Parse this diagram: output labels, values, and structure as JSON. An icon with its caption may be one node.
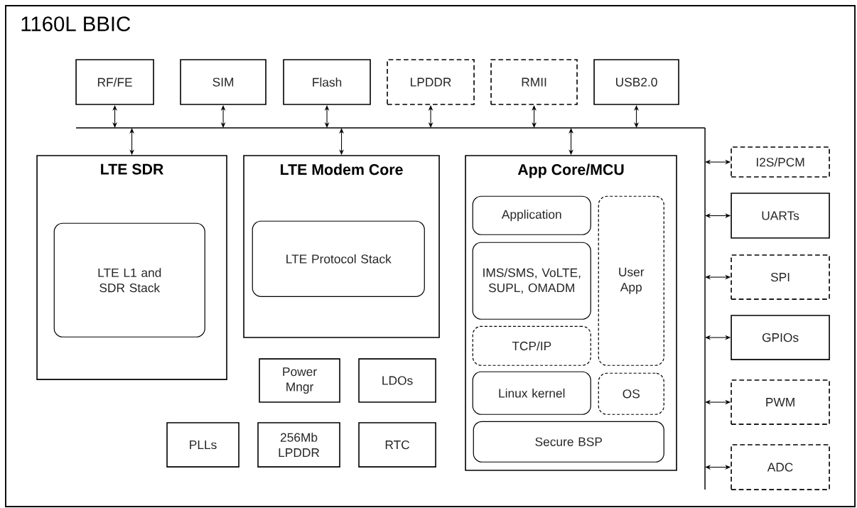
{
  "diagram": {
    "nodes": [
      {
        "text": [
          "1160L BBIC"
        ]
      },
      {
        "text": [
          "RF/FE"
        ],
        "in": 0
      },
      {
        "text": [
          "SIM"
        ],
        "in": 0
      },
      {
        "text": [
          "Flash"
        ],
        "in": 0
      },
      {
        "text": [
          "LPDDR"
        ],
        "in": 0
      },
      {
        "text": [
          "RMII"
        ],
        "in": 0
      },
      {
        "text": [
          "USB2.0"
        ],
        "in": 0
      },
      {
        "text": [],
        "shape": "bar",
        "in": 0
      },
      {
        "text": [],
        "shape": "bar",
        "in": 0
      },
      {
        "text": [
          "LTE SDR"
        ],
        "in": 0
      },
      {
        "text": [
          "LTE L1 and SDR Stack"
        ],
        "in": 9
      },
      {
        "text": [
          "LTE Modem Core"
        ],
        "in": 0
      },
      {
        "text": [
          "LTE Protocol Stack"
        ],
        "in": 11
      },
      {
        "text": [
          "App Core/MCU"
        ],
        "in": 0
      },
      {
        "text": [
          "Application"
        ],
        "in": 13
      },
      {
        "text": [
          "IMS/SMS, VoLTE, SUPL, OMADM"
        ],
        "in": 13
      },
      {
        "text": [
          "User App"
        ],
        "in": 13
      },
      {
        "text": [
          "TCP/IP"
        ],
        "in": 13
      },
      {
        "text": [
          "Linux kernel"
        ],
        "in": 13
      },
      {
        "text": [
          "OS"
        ],
        "in": 13
      },
      {
        "text": [
          "Secure BSP"
        ],
        "in": 13
      },
      {
        "text": [
          "Power Mngr"
        ],
        "in": 0
      },
      {
        "text": [
          "LDOs"
        ],
        "in": 0
      },
      {
        "text": [
          "PLLs"
        ],
        "in": 0
      },
      {
        "text": [
          "256Mb LPDDR"
        ],
        "in": 0
      },
      {
        "text": [
          "RTC"
        ],
        "in": 0
      },
      {
        "text": [
          "I2S/PCM"
        ],
        "in": 0
      },
      {
        "text": [
          "UARTs"
        ],
        "in": 0
      },
      {
        "text": [
          "SPI"
        ],
        "in": 0
      },
      {
        "text": [
          "GPIOs"
        ],
        "in": 0
      },
      {
        "text": [
          "PWM"
        ],
        "in": 0
      },
      {
        "text": [
          "ADC"
        ],
        "in": 0
      }
    ],
    "edges": [
      {
        "from": 7,
        "to": 1,
        "arrow": "both"
      },
      {
        "from": 7,
        "to": 2,
        "arrow": "both"
      },
      {
        "from": 7,
        "to": 3,
        "arrow": "both"
      },
      {
        "from": 7,
        "to": 4,
        "arrow": "both"
      },
      {
        "from": 7,
        "to": 5,
        "arrow": "both"
      },
      {
        "from": 7,
        "to": 6,
        "arrow": "both"
      },
      {
        "from": 7,
        "to": 9,
        "arrow": "both"
      },
      {
        "from": 7,
        "to": 11,
        "arrow": "both"
      },
      {
        "from": 7,
        "to": 13,
        "arrow": "both"
      },
      {
        "from": 8,
        "to": 26,
        "arrow": "both"
      },
      {
        "from": 8,
        "to": 27,
        "arrow": "both"
      },
      {
        "from": 8,
        "to": 28,
        "arrow": "both"
      },
      {
        "from": 8,
        "to": 29,
        "arrow": "both"
      },
      {
        "from": 8,
        "to": 30,
        "arrow": "both"
      },
      {
        "from": 8,
        "to": 31,
        "arrow": "both"
      }
    ]
  }
}
